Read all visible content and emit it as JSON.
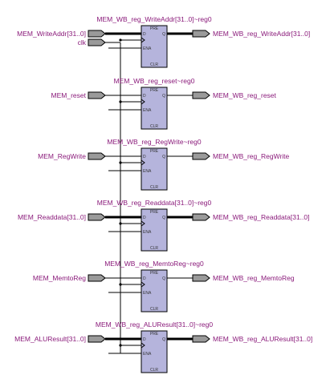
{
  "diagram": {
    "clock_label": "clk",
    "pin_labels": {
      "pre": "PRE",
      "d": "D",
      "q": "Q",
      "ena": "ENA",
      "clr": "CLR"
    },
    "registers": [
      {
        "title": "MEM_WB_reg_WriteAddr[31..0]~reg0",
        "input": "MEM_WriteAddr[31..0]",
        "output": "MEM_WB_reg_WriteAddr[31..0]",
        "bus": true
      },
      {
        "title": "MEM_WB_reg_reset~reg0",
        "input": "MEM_reset",
        "output": "MEM_WB_reg_reset",
        "bus": false
      },
      {
        "title": "MEM_WB_reg_RegWrite~reg0",
        "input": "MEM_RegWrite",
        "output": "MEM_WB_reg_RegWrite",
        "bus": false
      },
      {
        "title": "MEM_WB_reg_Readdata[31..0]~reg0",
        "input": "MEM_Readdata[31..0]",
        "output": "MEM_WB_reg_Readdata[31..0]",
        "bus": true
      },
      {
        "title": "MEM_WB_reg_MemtoReg~reg0",
        "input": "MEM_MemtoReg",
        "output": "MEM_WB_reg_MemtoReg",
        "bus": false
      },
      {
        "title": "MEM_WB_reg_ALUResult[31..0]~reg0",
        "input": "MEM_ALUResult[31..0]",
        "output": "MEM_WB_reg_ALUResult[31..0]",
        "bus": true
      }
    ]
  }
}
